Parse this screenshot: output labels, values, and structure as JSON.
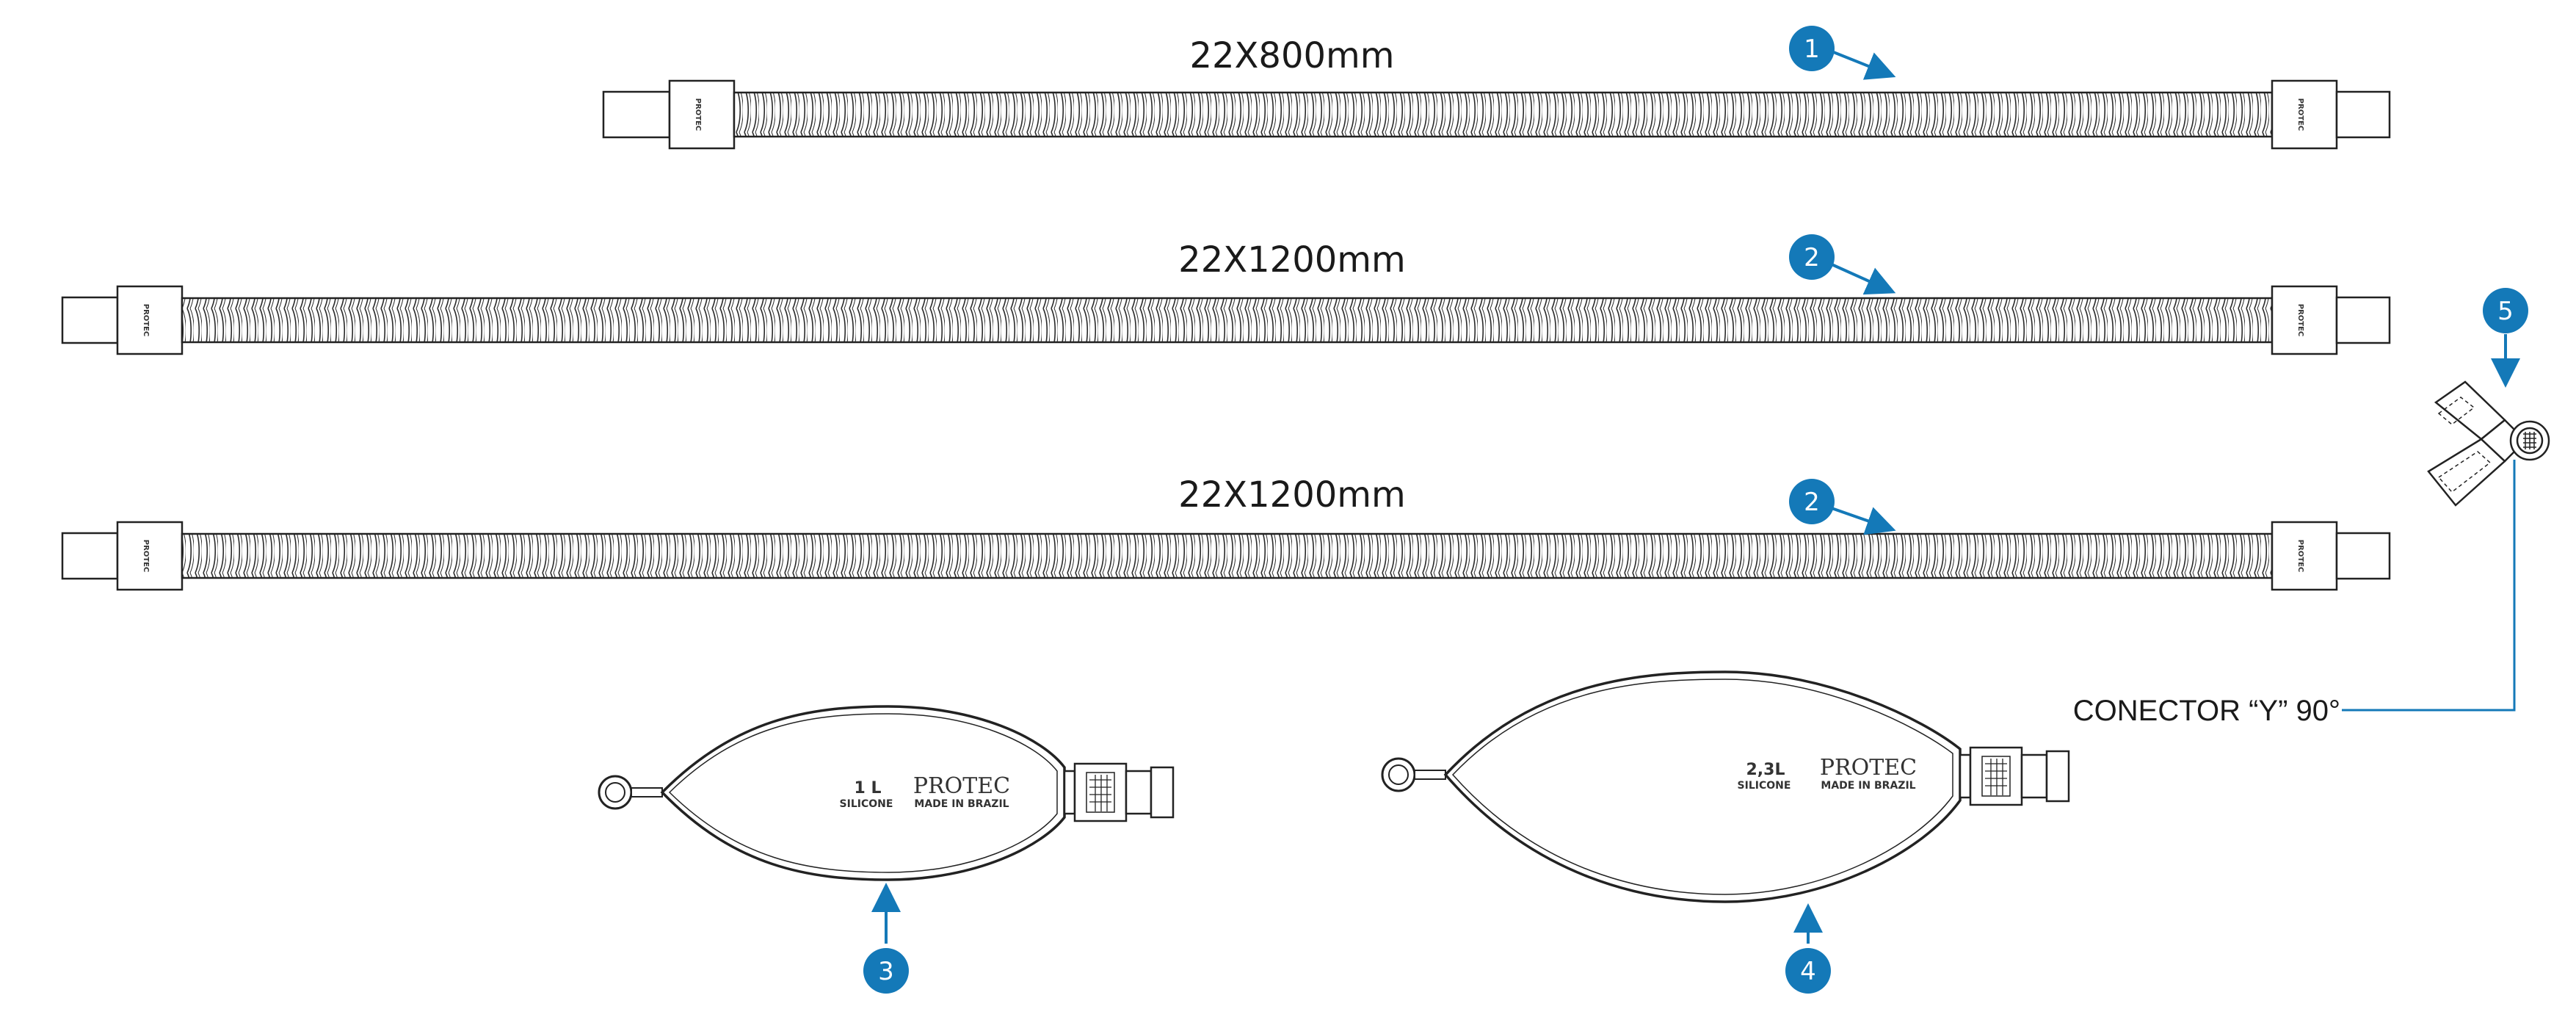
{
  "tubes": [
    {
      "label": "22X800mm",
      "badge": "1",
      "brand": "PROTEC"
    },
    {
      "label": "22X1200mm",
      "badge": "2",
      "brand": "PROTEC"
    },
    {
      "label": "22X1200mm",
      "badge": "2",
      "brand": "PROTEC"
    }
  ],
  "bags": [
    {
      "volume": "1 L",
      "material": "SILICONE",
      "brand": "PROTEC",
      "origin": "MADE IN BRAZIL",
      "badge": "3"
    },
    {
      "volume": "2,3L",
      "material": "SILICONE",
      "brand": "PROTEC",
      "origin": "MADE IN BRAZIL",
      "badge": "4"
    }
  ],
  "connector": {
    "label": "CONECTOR “Y” 90°",
    "badge": "5"
  },
  "colors": {
    "accent": "#1479b8",
    "line": "#222222"
  }
}
